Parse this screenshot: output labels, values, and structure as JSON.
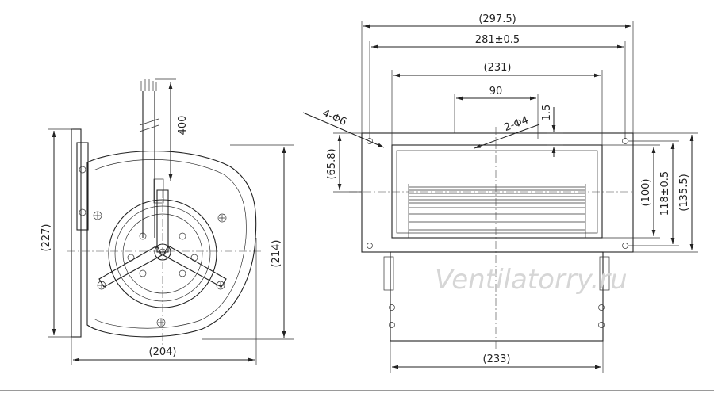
{
  "watermark": "Ventilatorry.ru",
  "left_view": {
    "dims": {
      "cable_length": "400",
      "height_overall": "(227)",
      "height_housing": "(214)",
      "width": "(204)"
    }
  },
  "right_view": {
    "dims": {
      "total_width": "(297.5)",
      "hole_spacing": "281±0.5",
      "outlet_width": "(231)",
      "top_holes_spacing": "90",
      "flange_thickness": "1.5",
      "holes_flange": "4-Φ6",
      "holes_top": "2-Φ4",
      "outlet_offset": "(65.8)",
      "outlet_height": "(100)",
      "hole_vertical": "118±0.5",
      "total_height": "(135.5)",
      "body_width": "(233)"
    }
  },
  "colors": {
    "line": "#222222",
    "watermark": "#d6d6d6"
  }
}
